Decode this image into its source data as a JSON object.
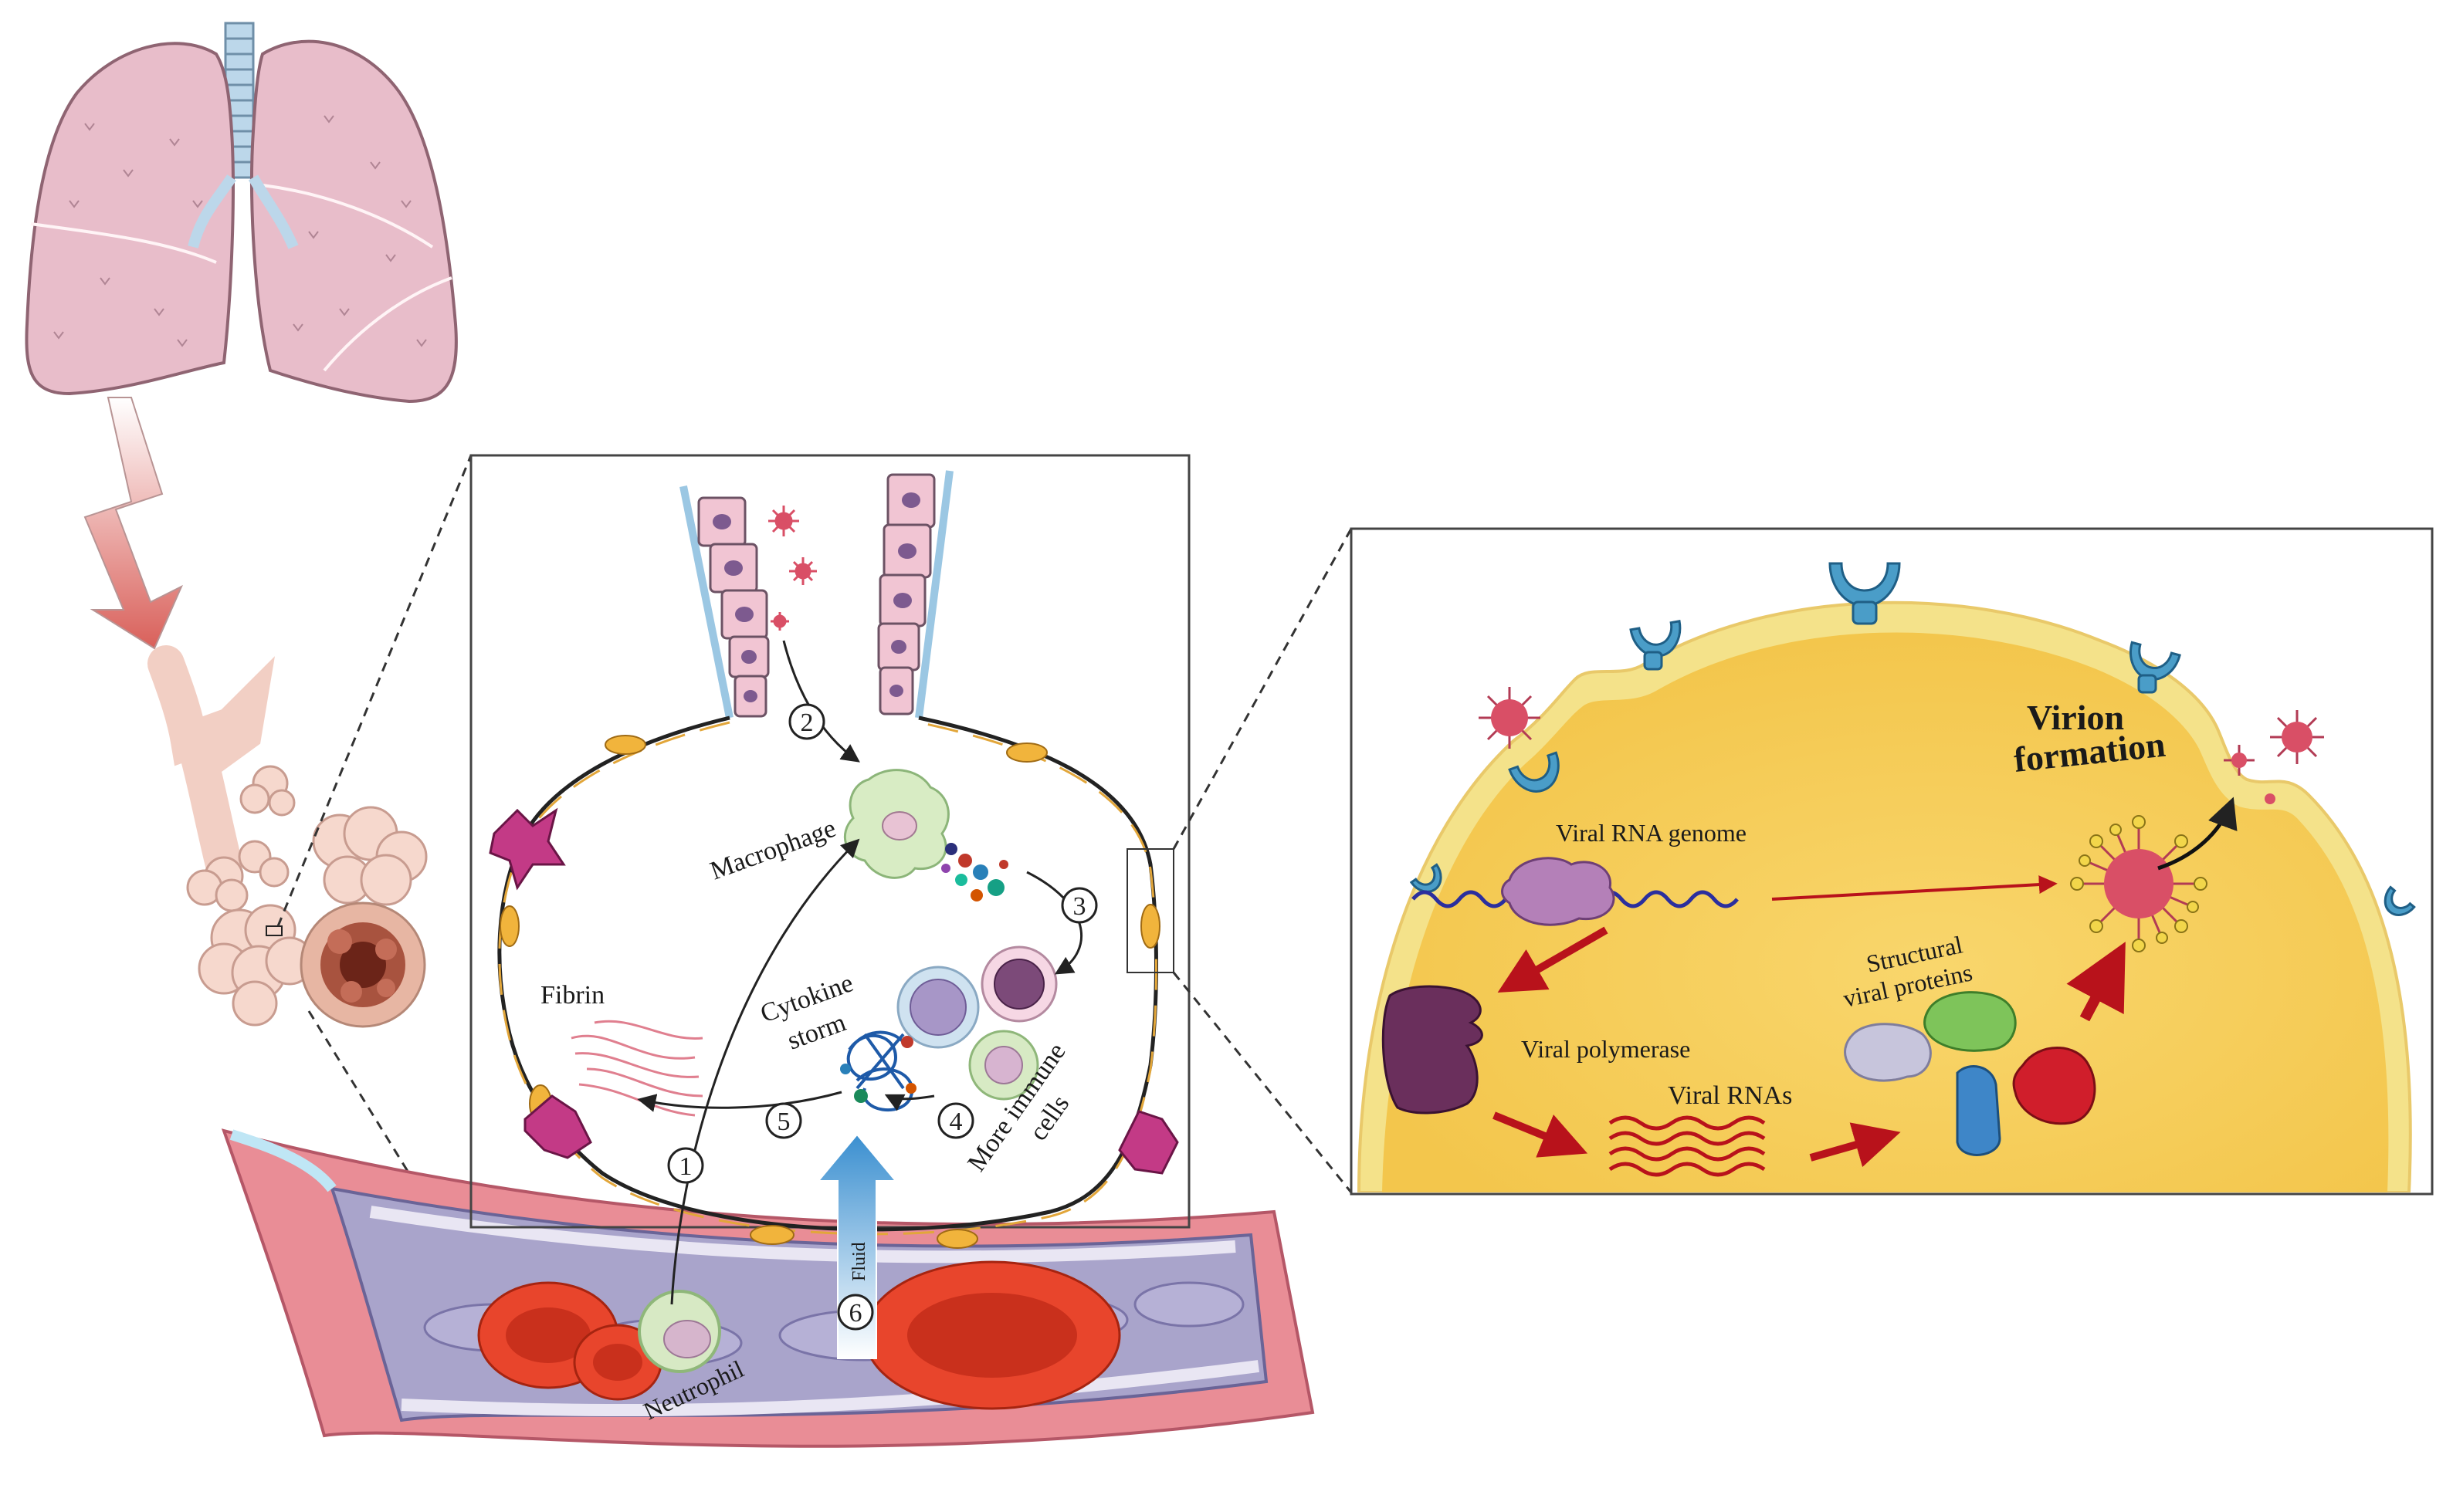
{
  "alveolus": {
    "labels": {
      "macrophage": "Macrophage",
      "cytokine_line1": "Cytokine",
      "cytokine_line2": "storm",
      "fibrin": "Fibrin",
      "more_immune_line1": "More immune",
      "more_immune_line2": "cells",
      "neutrophil": "Neutrophil",
      "fluid": "Fluid"
    },
    "steps": [
      "1",
      "2",
      "3",
      "4",
      "5",
      "6"
    ]
  },
  "cell": {
    "labels": {
      "virion_line1": "Virion",
      "virion_line2": "formation",
      "rna_genome": "Viral RNA genome",
      "structural_line1": "Structural",
      "structural_line2": "viral proteins",
      "polymerase": "Viral polymerase",
      "viral_rnas": "Viral RNAs"
    }
  },
  "colors": {
    "lung": "#e6b8c6",
    "cell_fill": "#f8d263",
    "cell_membrane": "#f4e28a",
    "virus": "#d94f66",
    "receptor": "#4a9dc8",
    "red_arrow": "#b8121b",
    "rbc": "#e8452c"
  }
}
